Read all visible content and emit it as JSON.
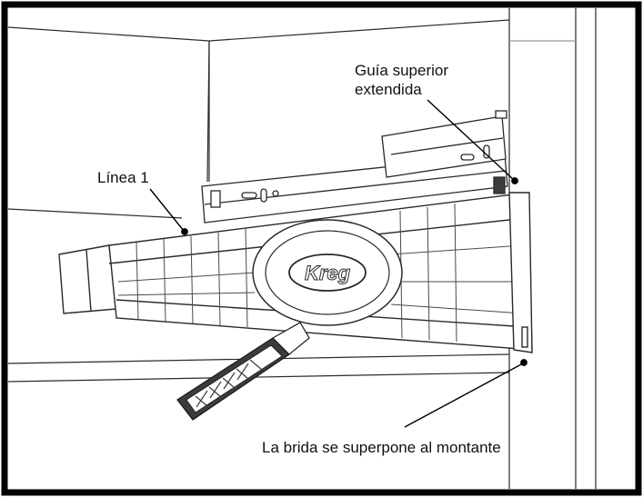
{
  "labels": {
    "line1": "Línea 1",
    "top_slide_line1": "Guía superior",
    "top_slide_line2": "extendida",
    "flange": "La brida se superpone al montante"
  },
  "logo_text": "Kreg",
  "colors": {
    "frame": "#000000",
    "stroke": "#2a2a2a",
    "light_stroke": "#9a9a9a",
    "handle_fill": "#3c3c3c",
    "background": "#ffffff"
  }
}
